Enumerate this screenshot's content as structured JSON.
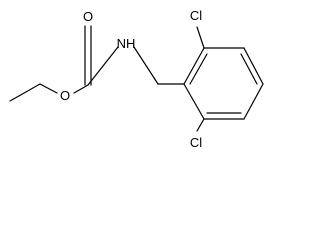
{
  "atoms": {
    "carbonyl_oxygen": "O",
    "ester_oxygen": "O",
    "amine": "NH",
    "chlorine_top": "Cl",
    "chlorine_bottom": "Cl"
  }
}
